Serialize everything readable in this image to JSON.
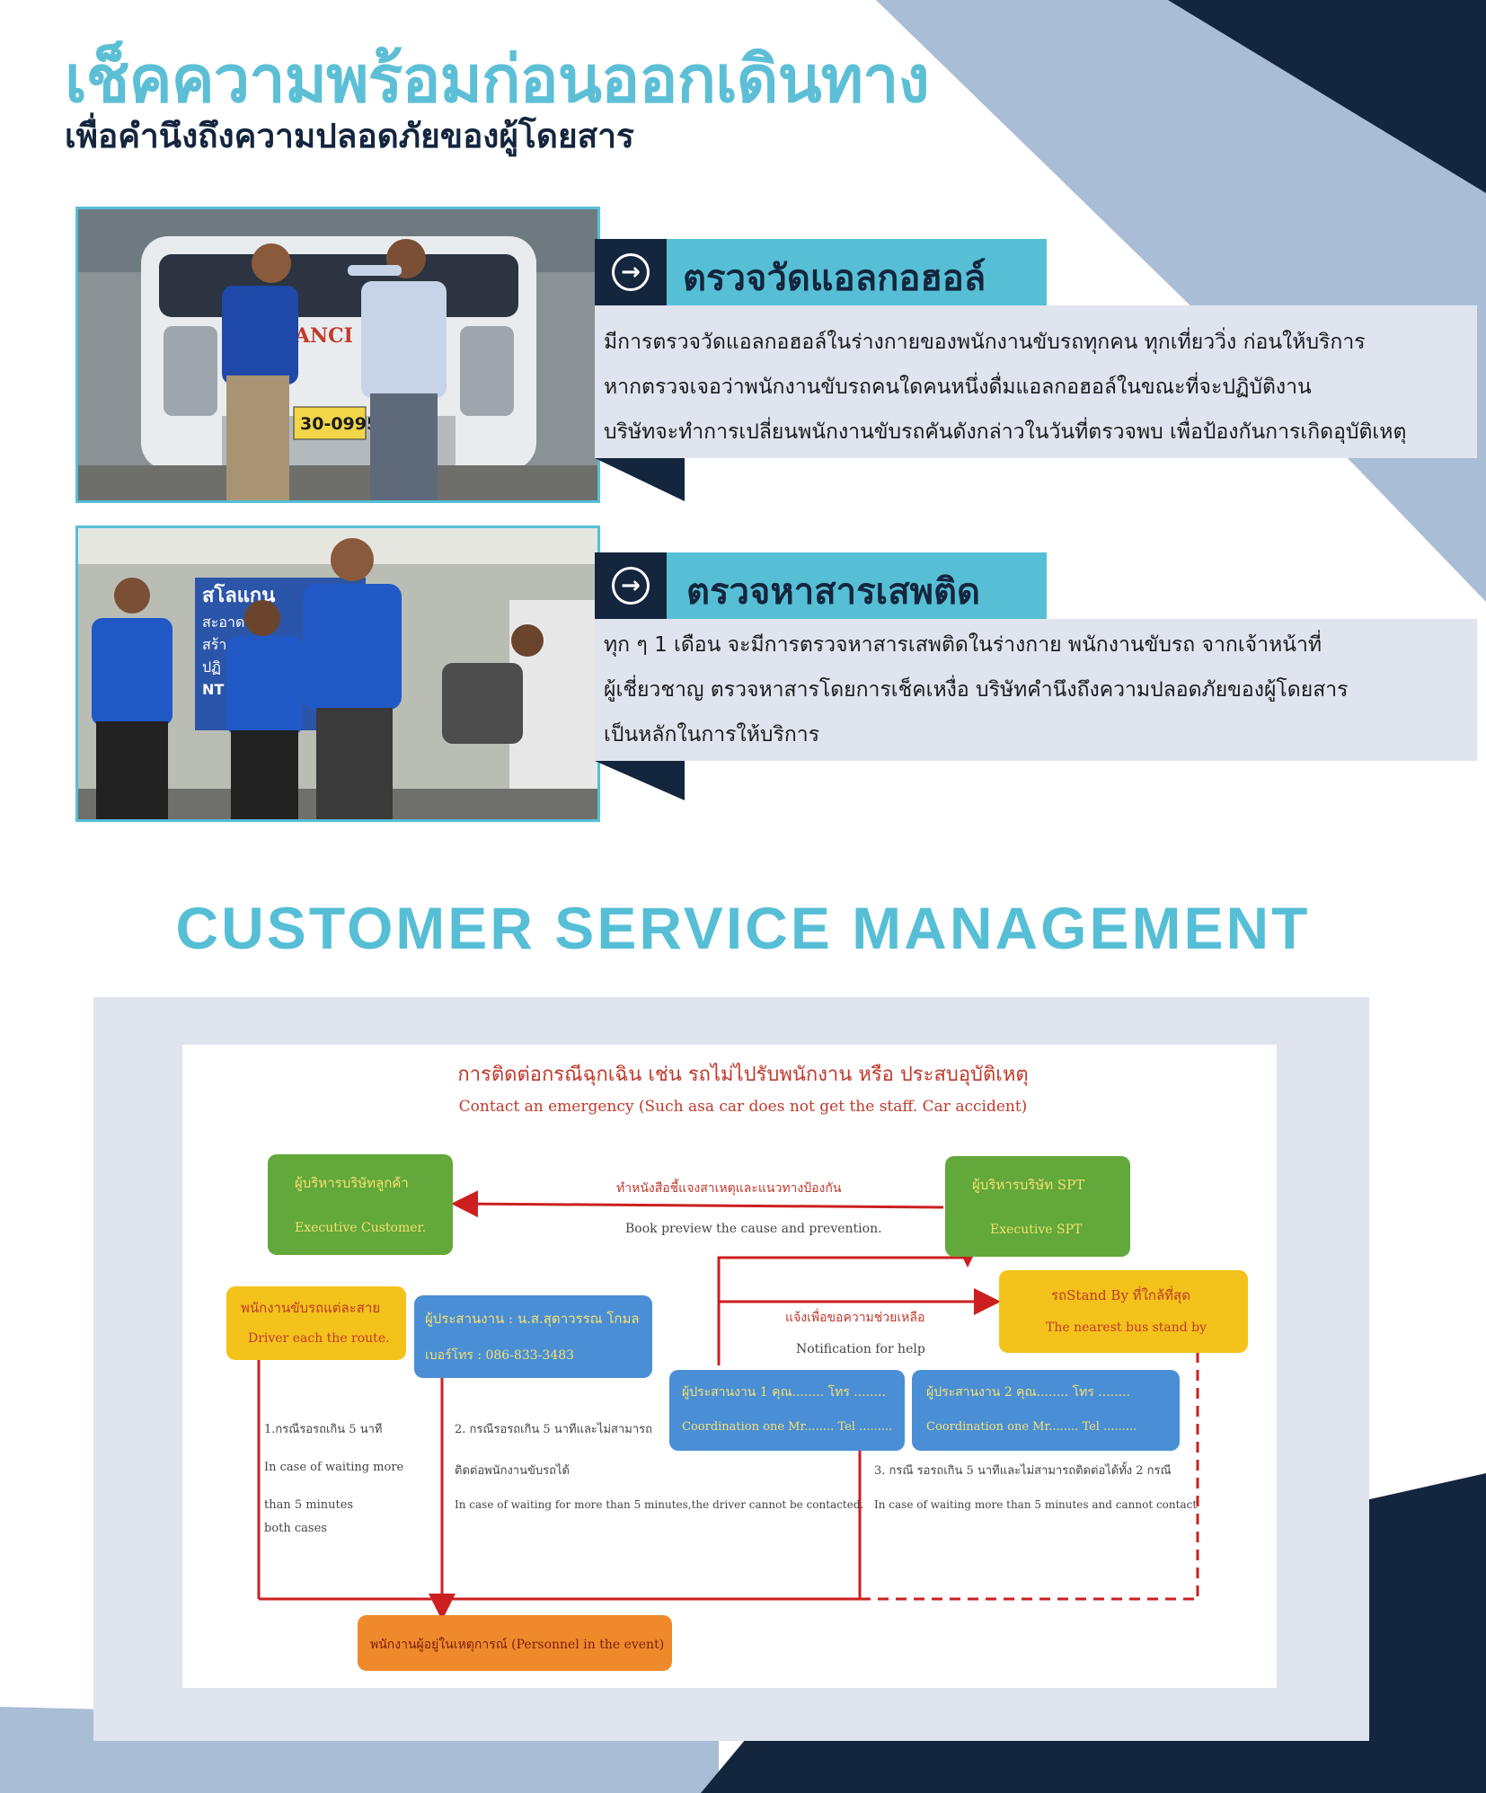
{
  "page": {
    "title": "เช็คความพร้อมก่อนออกเดินทาง",
    "subtitle": "เพื่อคำนึงถึงความปลอดภัยของผู้โดยสาร"
  },
  "sections": [
    {
      "heading": "ตรวจวัดแอลกอฮอล์",
      "icon": "arrow-right-circle-icon",
      "photo_plate": "30-0995",
      "photo_brand": "SANCI",
      "lines": [
        "มีการตรวจวัดแอลกอฮอล์ในร่างกายของพนักงานขับรถทุกคน ทุกเที่ยววิ่ง ก่อนให้บริการ",
        "หากตรวจเจอว่าพนักงานขับรถคนใดคนหนึ่งดื่มแอลกอฮอล์ในขณะที่จะปฏิบัติงาน",
        "บริษัทจะทำการเปลี่ยนพนักงานขับรถคันดังกล่าวในวันที่ตรวจพบ เพื่อป้องกันการเกิดอุบัติเหตุ"
      ]
    },
    {
      "heading": "ตรวจหาสารเสพติด",
      "icon": "arrow-right-circle-icon",
      "photo_sign": "สโลแกน",
      "photo_sign_lines": [
        "สะอาด สะ",
        "สร้าง",
        "ปฏิ",
        "NT"
      ],
      "lines": [
        "ทุก ๆ 1 เดือน จะมีการตรวจหาสารเสพติดในร่างกาย พนักงานขับรถ จากเจ้าหน้าที่",
        "ผู้เชี่ยวชาญ ตรวจหาสารโดยการเช็คเหงื่อ บริษัทคำนึงถึงความปลอดภัยของผู้โดยสาร",
        "เป็นหลักในการให้บริการ"
      ]
    }
  ],
  "csm_title": "CUSTOMER SERVICE MANAGEMENT",
  "flow": {
    "title_th": "การติดต่อกรณีฉุกเฉิน เช่น รถไม่ไปรับพนักงาน หรือ ประสบอุบัติเหตุ",
    "title_en": "Contact an emergency (Such asa car does not get the staff. Car accident)",
    "exec_customer": {
      "th": "ผู้บริหารบริษัทลูกค้า",
      "en": "Executive Customer."
    },
    "exec_spt": {
      "th": "ผู้บริหารบริษัท SPT",
      "en": "Executive SPT"
    },
    "book": {
      "th": "ทำหนังสือชี้แจงสาเหตุและแนวทางป้องกัน",
      "en": "Book preview the cause and prevention."
    },
    "driver": {
      "th": "พนักงานขับรถแต่ละสาย",
      "en": "Driver each the route."
    },
    "coordinator": {
      "th": "ผู้ประสานงาน : น.ส.สุดาวรรณ โกมล",
      "phone": "เบอร์โทร : 086-833-3483"
    },
    "notify": {
      "th": "แจ้งเพื่อขอความช่วยเหลือ",
      "en": "Notification for help"
    },
    "standby": {
      "th": "รถStand By ที่ใกล้ที่สุด",
      "en": "The nearest bus stand by"
    },
    "coord1": {
      "th": "ผู้ประสานงาน 1 คุณ........ โทร ........",
      "en": "Coordination one Mr........ Tel ........."
    },
    "coord2": {
      "th": "ผู้ประสานงาน 2 คุณ........ โทร ........",
      "en": "Coordination one Mr........ Tel ........."
    },
    "case1": [
      "1.กรณีรอรถเกิน 5 นาที",
      "In case of waiting more",
      "than 5 minutes",
      "both cases"
    ],
    "case2": [
      "2. กรณีรอรถเกิน 5 นาทีและไม่สามารถ",
      "ติดต่อพนักงานขับรถได้",
      "In case of waiting for more than 5 minutes,the driver cannot be contacted."
    ],
    "case3": [
      "3. กรณี รอรถเกิน 5 นาทีและไม่สามารถติดต่อได้ทั้ง 2 กรณี",
      "In case of waiting more than 5 minutes and cannot contact"
    ],
    "personnel": "พนักงานผู้อยู่ในเหตุการณ์ (Personnel in the event)"
  },
  "colors": {
    "accent": "#56bfd6",
    "navy": "#14263e",
    "strip": "#dfe4ef",
    "green": "#62a83a",
    "yellow": "#f3c21b",
    "blue": "#4a8fd6",
    "orange": "#ef8a2c",
    "red": "#cc1f1f"
  }
}
